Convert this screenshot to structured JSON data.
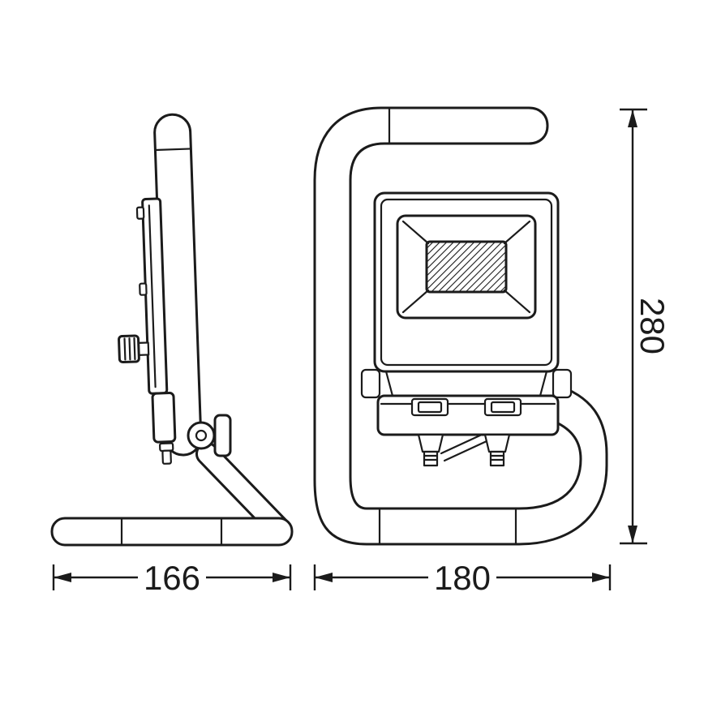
{
  "style": {
    "background": "#ffffff",
    "line_color": "#1b1b1b"
  },
  "dimensions": {
    "side_width": "166",
    "front_width": "180",
    "height": "280"
  }
}
